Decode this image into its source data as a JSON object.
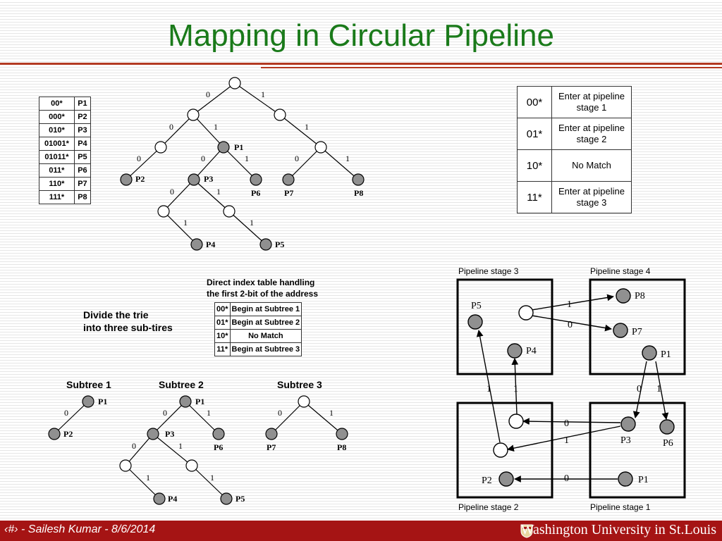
{
  "slide": {
    "title": "Mapping in Circular Pipeline"
  },
  "prefix_table": [
    [
      "00*",
      "P1"
    ],
    [
      "000*",
      "P2"
    ],
    [
      "010*",
      "P3"
    ],
    [
      "01001*",
      "P4"
    ],
    [
      "01011*",
      "P5"
    ],
    [
      "011*",
      "P6"
    ],
    [
      "110*",
      "P7"
    ],
    [
      "111*",
      "P8"
    ]
  ],
  "entry_table": [
    [
      "00*",
      "Enter at pipeline stage 1"
    ],
    [
      "01*",
      "Enter at pipeline stage 2"
    ],
    [
      "10*",
      "No Match"
    ],
    [
      "11*",
      "Enter at pipeline stage 3"
    ]
  ],
  "index_table": {
    "caption_line1": "Direct index table handling",
    "caption_line2": "the first 2-bit of the address",
    "rows": [
      [
        "00*",
        "Begin at Subtree 1"
      ],
      [
        "01*",
        "Begin at Subtree 2"
      ],
      [
        "10*",
        "No Match"
      ],
      [
        "11*",
        "Begin at Subtree 3"
      ]
    ]
  },
  "divide_text": {
    "line1": "Divide the trie",
    "line2": "into three sub-tires"
  },
  "trie": {
    "edges": [
      "0",
      "1",
      "0",
      "1",
      "1",
      "0",
      "0",
      "1",
      "0",
      "1",
      "0",
      "1",
      "1",
      "1"
    ],
    "labels": [
      "P1",
      "P2",
      "P3",
      "P6",
      "P7",
      "P8",
      "P4",
      "P5"
    ]
  },
  "subtrees": {
    "s1": {
      "title": "Subtree 1",
      "edges": [
        "0"
      ],
      "labels": [
        "P1",
        "P2"
      ]
    },
    "s2": {
      "title": "Subtree 2",
      "edges": [
        "0",
        "1",
        "0",
        "1",
        "1",
        "1"
      ],
      "labels": [
        "P1",
        "P3",
        "P6",
        "P4",
        "P5"
      ]
    },
    "s3": {
      "title": "Subtree 3",
      "edges": [
        "0",
        "1"
      ],
      "labels": [
        "P7",
        "P8"
      ]
    }
  },
  "pipeline": {
    "stages": [
      "Pipeline stage 3",
      "Pipeline stage 4",
      "Pipeline stage 2",
      "Pipeline stage 1"
    ],
    "nodes": [
      "P5",
      "P4",
      "P8",
      "P7",
      "P1",
      "P3",
      "P6",
      "P2",
      "P1"
    ],
    "edges": [
      "1",
      "0",
      "0",
      "1",
      "1",
      "1",
      "0",
      "1",
      "0"
    ]
  },
  "footer": {
    "text": "‹#› - Sailesh Kumar - 8/6/2014",
    "university": "Washington University in St.Louis"
  },
  "colors": {
    "title": "#1a7a1a",
    "footer_bg": "#a51414",
    "node_fill": "#909090",
    "rule": "#b33a22"
  }
}
